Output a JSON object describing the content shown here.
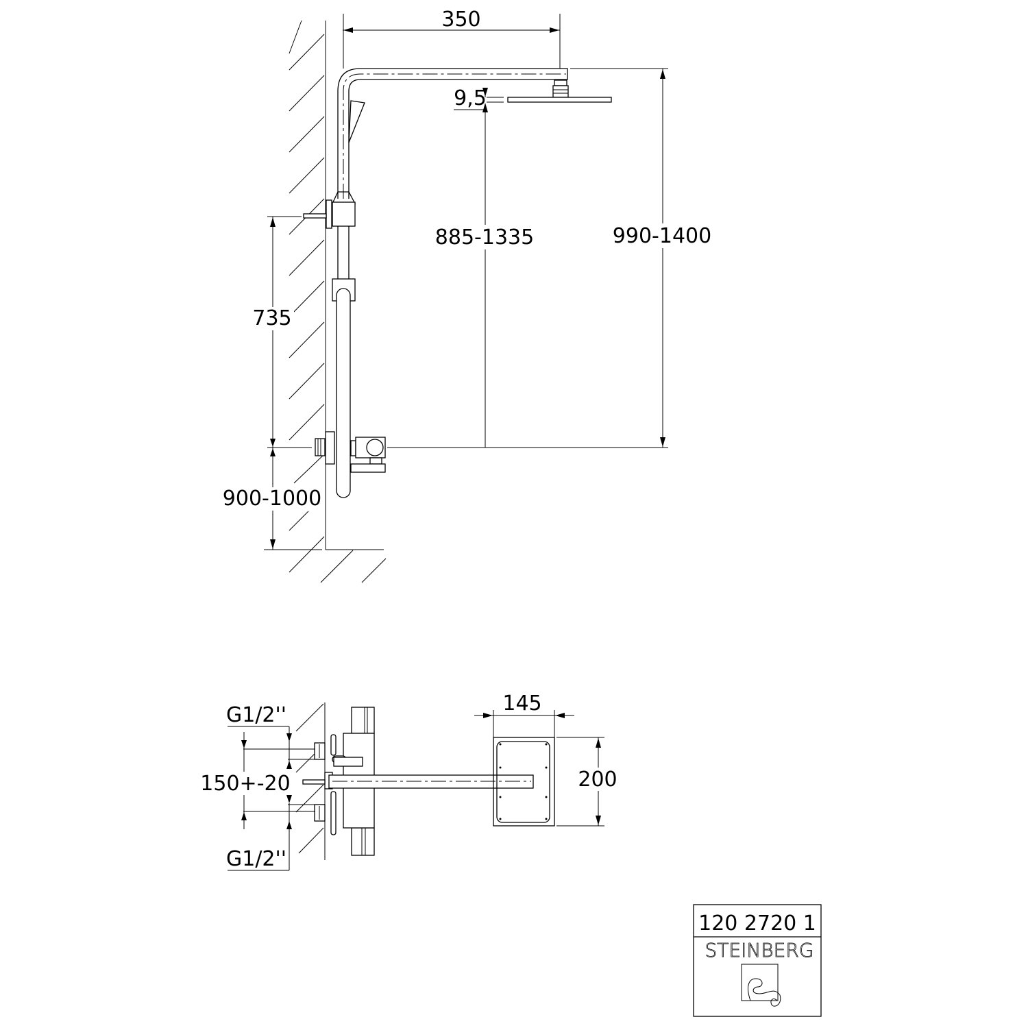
{
  "side_view": {
    "dim_arm_length": "350",
    "dim_head_thickness": "9,5",
    "dim_head_height_range": "885-1335",
    "dim_arm_height_range": "990-1400",
    "dim_bracket_height": "735",
    "dim_mixer_height_range": "900-1000"
  },
  "top_view": {
    "dim_plate_width": "145",
    "dim_plate_length": "200",
    "dim_inlet_spacing": "150+-20",
    "inlet_thread_top": "G1/2''",
    "inlet_thread_bottom": "G1/2''"
  },
  "title_block": {
    "article_number": "120 2720 1",
    "brand": "STEINBERG"
  }
}
